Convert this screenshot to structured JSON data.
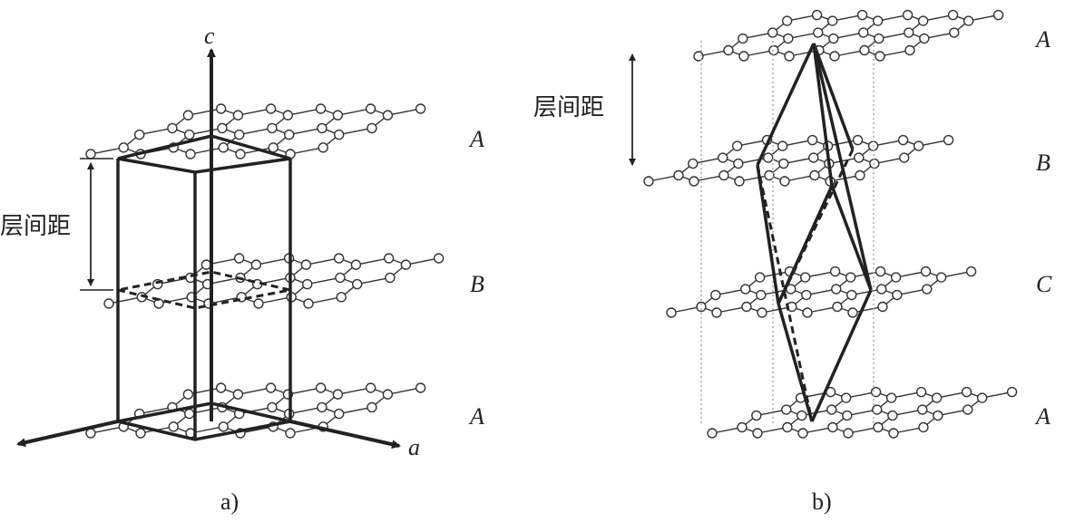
{
  "panel_a": {
    "axis_c": "c",
    "axis_a": "a",
    "layer_labels": [
      "A",
      "B",
      "A"
    ],
    "spacing_label": "层间距",
    "caption": "a)"
  },
  "panel_b": {
    "layer_labels": [
      "A",
      "B",
      "C",
      "A"
    ],
    "spacing_label": "层间距",
    "caption": "b)"
  },
  "colors": {
    "lines": "#222222",
    "atoms_fill": "#ffffff",
    "guides": "#aaaaaa"
  }
}
